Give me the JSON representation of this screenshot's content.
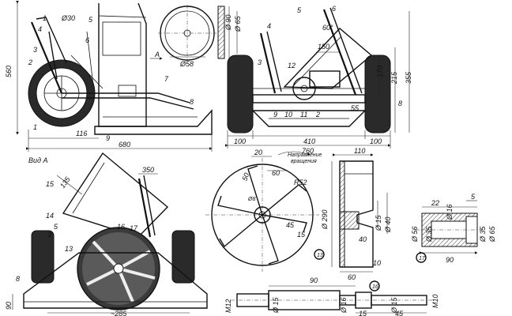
{
  "view_labels": {
    "view_a_bottom": "Вид А",
    "view_a_arrow": "A"
  },
  "rotation_label": {
    "line1": "Направление",
    "line2": "вращения"
  },
  "part_refs": {
    "p1": "1",
    "p2": "2",
    "p3": "3",
    "p4": "4",
    "p5": "5",
    "p6": "6",
    "p7": "7",
    "p8": "8",
    "p9": "9",
    "p10": "10",
    "p11": "11",
    "p12": "12",
    "p13": "13",
    "p14": "14",
    "p15": "15",
    "p16": "16",
    "p17": "17"
  },
  "side_view": {
    "height": "560",
    "d30": "Ø30",
    "len116": "116",
    "len680": "680"
  },
  "disc_detail": {
    "d90": "Ø 90",
    "d65": "Ø 65",
    "d58": "Ø58"
  },
  "front_view": {
    "angle60": "60°",
    "l150": "150",
    "l170": "170",
    "l215": "215",
    "l355": "355",
    "l55": "55",
    "l100a": "100",
    "l410": "410",
    "l100b": "100",
    "l760": "760"
  },
  "bottom_left": {
    "l135": "135",
    "l350": "350",
    "l90": "90",
    "l285": "~285"
  },
  "rotor": {
    "l20": "20",
    "l60": "60",
    "l50": "50",
    "l45": "45",
    "r52": "R52",
    "d8": "Ø8",
    "l15": "15"
  },
  "housing": {
    "l110": "110",
    "d290": "Ø 290",
    "d15": "Ø 15",
    "d40": "Ø 40",
    "l40": "40",
    "l60": "60",
    "l10": "10"
  },
  "bushing": {
    "l5": "5",
    "l22": "22",
    "d16": "Ø 16",
    "d56": "Ø 56",
    "d35a": "Ø 35",
    "d35b": "Ø 35",
    "d65": "Ø 65",
    "l90": "90",
    "ref17": "17"
  },
  "shaft": {
    "m12": "M12",
    "d15a": "Ø 15",
    "d16": "Ø 16",
    "d15b": "Ø 15",
    "m10": "M10",
    "l90": "90",
    "l15": "15",
    "l45": "45",
    "ref16": "16"
  }
}
